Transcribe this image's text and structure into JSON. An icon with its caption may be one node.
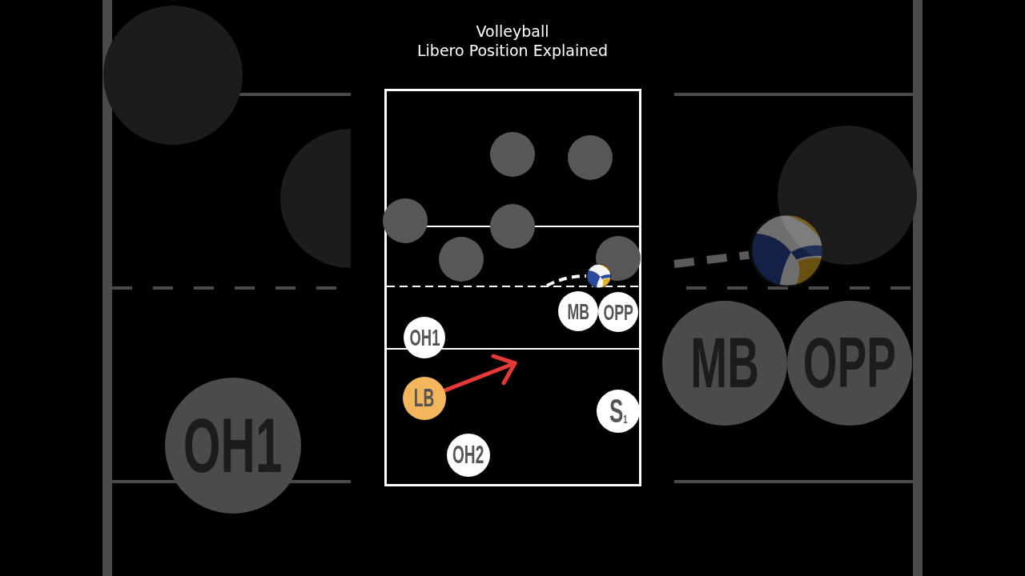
{
  "diagram": {
    "title": "Volleyball Libero Position Explained",
    "nodes": [
      {
        "text": [],
        "shape": "circle"
      },
      {
        "text": [],
        "shape": "circle"
      },
      {
        "text": [],
        "shape": "circle"
      },
      {
        "text": [],
        "shape": "circle"
      },
      {
        "text": [],
        "shape": "circle"
      },
      {
        "text": [],
        "shape": "circle"
      },
      {
        "text": [],
        "shape": "picture"
      },
      {
        "text": [
          "MB"
        ]
      },
      {
        "text": [
          "OPP"
        ]
      },
      {
        "text": [
          "OH1"
        ]
      },
      {
        "text": [
          "LB"
        ]
      },
      {
        "text": [
          "S$_{1}$"
        ]
      },
      {
        "text": [
          "OH2"
        ]
      },
      {
        "text": [],
        "shape": "circle"
      },
      {
        "text": [],
        "shape": "circle"
      },
      {
        "text": [
          "OH1"
        ]
      },
      {
        "text": [],
        "shape": "circle"
      },
      {
        "text": [],
        "shape": "picture"
      },
      {
        "text": [
          "MB"
        ]
      },
      {
        "text": [
          "OPP"
        ]
      }
    ],
    "edges": [
      {
        "from": 10,
        "to": null,
        "arrow": "to",
        "color": "#e53935"
      },
      {
        "from": null,
        "to": 6,
        "arrow": "none",
        "style": "dashed",
        "color": "#ffffff"
      },
      {
        "from": null,
        "to": 17,
        "arrow": "none",
        "style": "dashed",
        "color": "#5a5a5a"
      }
    ]
  }
}
